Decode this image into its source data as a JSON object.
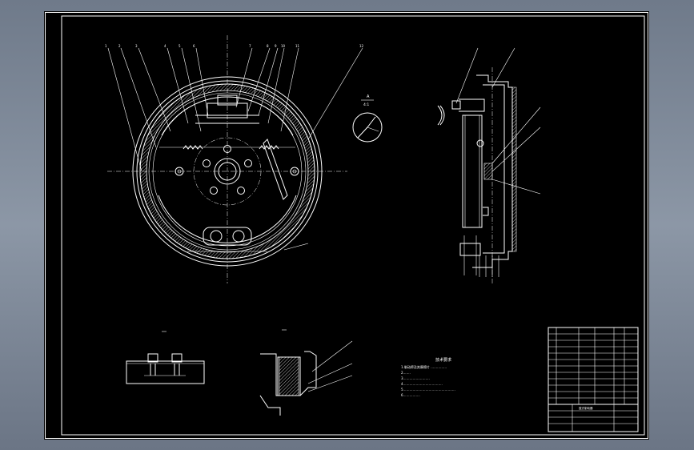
{
  "drawing": {
    "notes_title": "技术要求",
    "notes_lines": [
      "1.制动蹄及其摩擦片 ……………",
      "2.……",
      "3.……………………",
      "4.………………………………",
      "5.…………………………………………",
      "6.……………"
    ],
    "section_marker": "A",
    "detail_scale": "4:1",
    "title_block": {
      "drawing_name": "鼓式制动器"
    }
  }
}
